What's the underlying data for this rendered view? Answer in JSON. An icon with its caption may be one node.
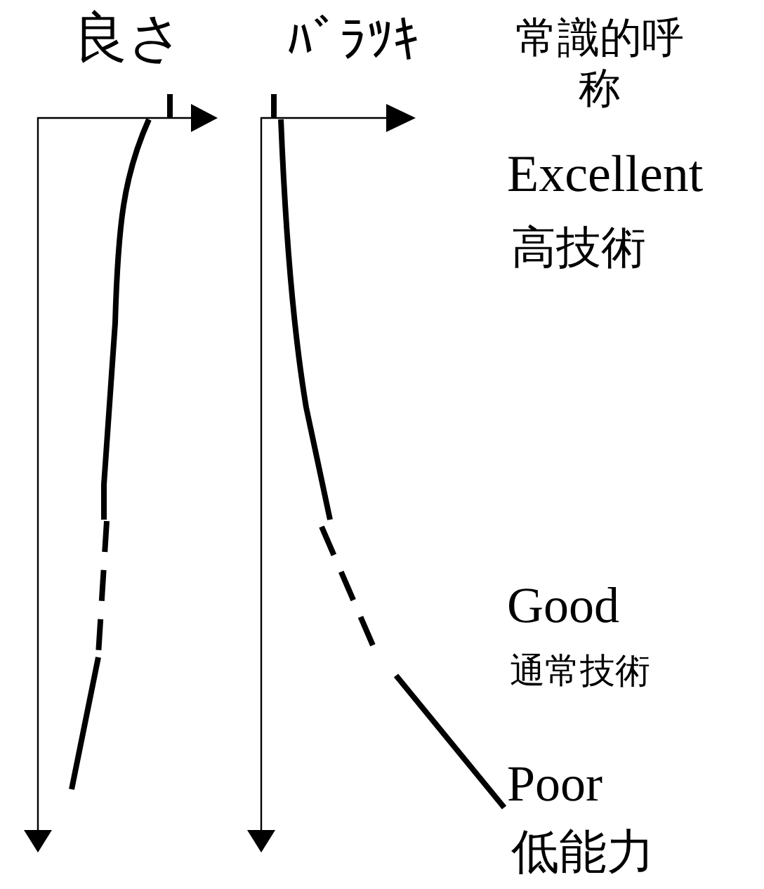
{
  "diagram": {
    "labels": [
      "良さ",
      "ﾊﾞﾗﾂｷ",
      "常識的呼称",
      "Excellent",
      "高技術",
      "Good",
      "通常技術",
      "Poor",
      "低能力"
    ]
  }
}
